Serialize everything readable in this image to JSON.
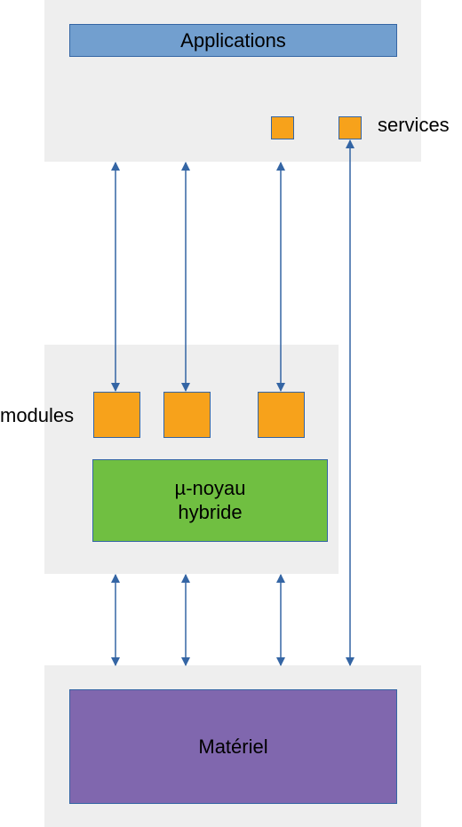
{
  "applications_label": "Applications",
  "services_label": "services",
  "modules_label": "modules",
  "kernel_label_line1": "µ-noyau",
  "kernel_label_line2": "hybride",
  "hardware_label": "Matériel",
  "colors": {
    "layer_background": "#eeeeee",
    "applications": "#729fcf",
    "service_module": "#f7a21b",
    "kernel": "#70bf41",
    "hardware": "#8067ae",
    "arrow": "#3465a4"
  }
}
